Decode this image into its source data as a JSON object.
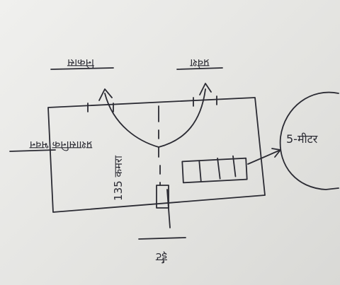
{
  "labels": {
    "top_left": "निकास",
    "top_right": "प्रवेश",
    "left_side": "प्रशासनिक भवन",
    "seats": "135 कमरा",
    "bottom": "ईंट",
    "bubble": "5-मीटर"
  },
  "icons": {
    "arrow": "arrow-icon"
  }
}
